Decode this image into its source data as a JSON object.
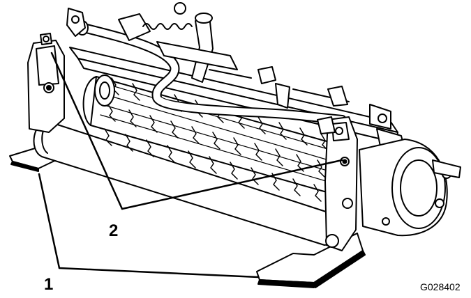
{
  "figure": {
    "figure_id": "G028402",
    "callouts": [
      {
        "number": "1"
      },
      {
        "number": "2"
      }
    ]
  }
}
